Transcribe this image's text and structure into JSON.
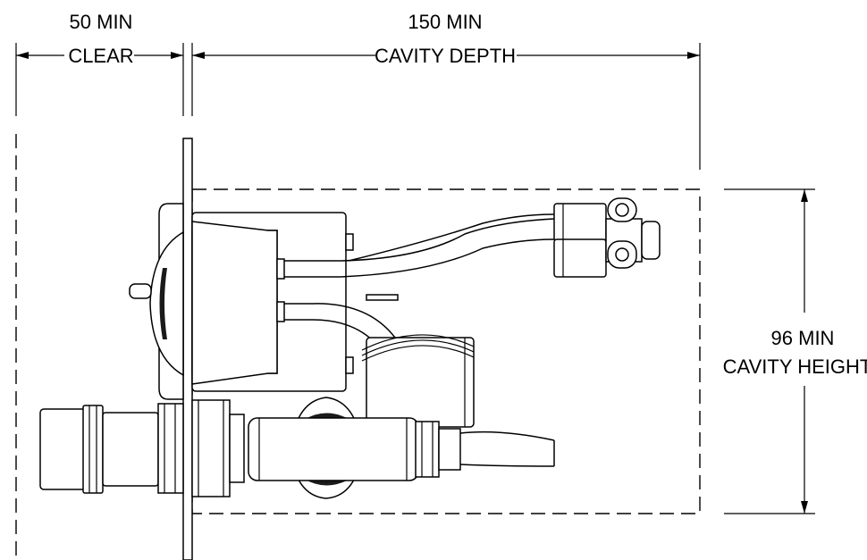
{
  "dimensions": {
    "clear": {
      "value": "50 MIN",
      "label": "CLEAR"
    },
    "cavity_depth": {
      "value": "150 MIN",
      "label": "CAVITY DEPTH"
    },
    "cavity_height": {
      "value": "96 MIN",
      "label": "CAVITY HEIGHT"
    }
  },
  "colors": {
    "ink": "#000000",
    "background": "#ffffff"
  }
}
